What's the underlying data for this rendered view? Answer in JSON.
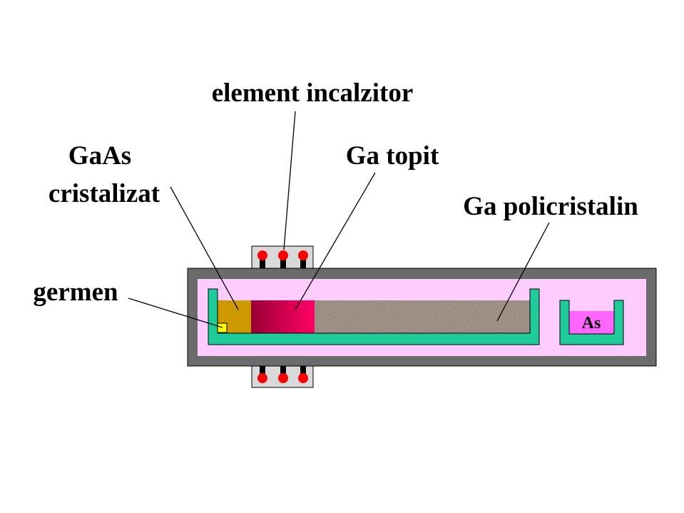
{
  "labels": {
    "heater": "element incalzitor",
    "gaas_line1": "GaAs",
    "gaas_line2": "cristalizat",
    "ga_molten": "Ga  topit",
    "ga_poly": "Ga  policristalin",
    "seed": "germen",
    "arsenic": "As"
  },
  "colors": {
    "tube_wall": "#6b6b6b",
    "tube_interior": "#ffccff",
    "boat": "#1fcc99",
    "gaas_crystal": "#cc9900",
    "ga_molten_start": "#990033",
    "ga_molten_end": "#ff0066",
    "ga_poly": "#b0a296",
    "seed": "#ffff00",
    "arsenic": "#ff66ff",
    "heater_block": "#d9d9d9",
    "heater_dot": "#ff0000",
    "heater_stem": "#000000"
  }
}
